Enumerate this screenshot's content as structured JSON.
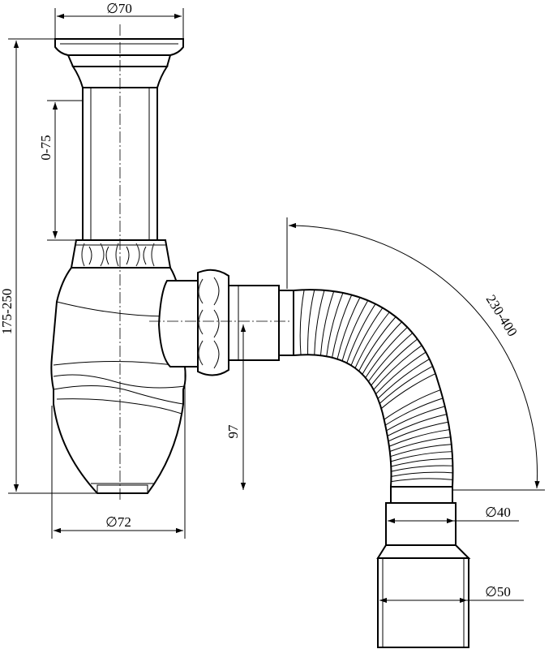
{
  "dimensions": {
    "top_diameter": "∅70",
    "outlet_extension": "0-75",
    "total_height": "175-250",
    "bottom_diameter": "∅72",
    "outlet_height": "97",
    "hose_length": "230-400",
    "outlet_diameter_small": "∅40",
    "outlet_diameter_large": "∅50"
  }
}
